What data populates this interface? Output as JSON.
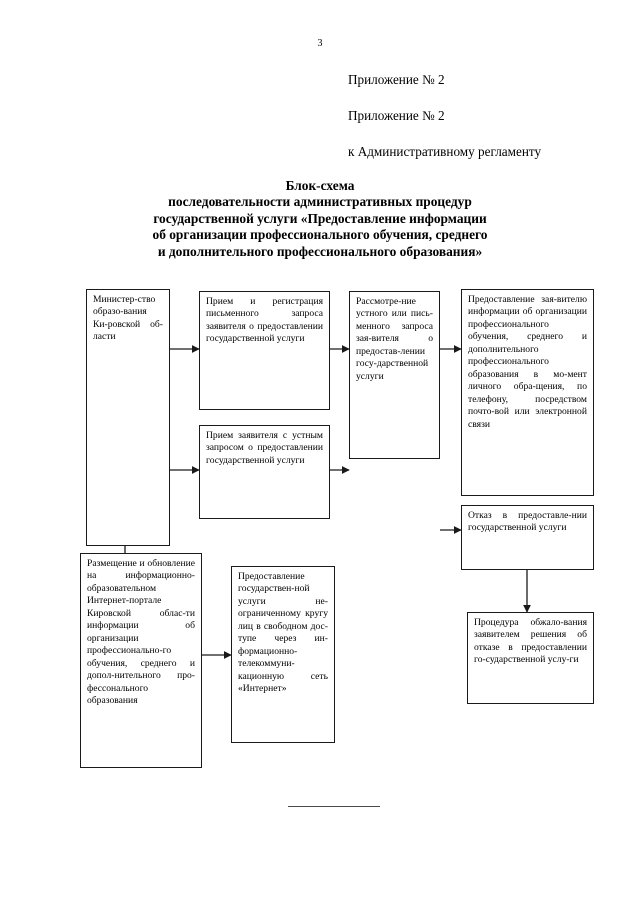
{
  "page": {
    "number": "3",
    "background_color": "#ffffff",
    "text_color": "#000000",
    "line_color": "#1a1a1a"
  },
  "header": {
    "appendix_line_1": "Приложение № 2",
    "appendix_line_2": "Приложение № 2",
    "regulation_line": "к Административному регламенту"
  },
  "title": {
    "line1": "Блок-схема",
    "line2": "последовательности административных процедур",
    "line3": "государственной услуги «Предоставление информации",
    "line4": "об организации профессионального обучения, среднего",
    "line5": "и дополнительного профессионального образования»"
  },
  "chart_data": {
    "type": "diagram",
    "title": "Блок-схема последовательности административных процедур государственной услуги «Предоставление информации об организации профессионального обучения, среднего и дополнительного профессионального образования»",
    "nodes": [
      {
        "id": "ministry",
        "text": "Министер-ство образо-вания Ки-ровской об-ласти",
        "text_plain": "Министерство образования Кировской области"
      },
      {
        "id": "written-request",
        "text": "Прием и регистрация письменного запроса заявителя о предоставлении государственной услуги",
        "text_plain": "Прием и регистрация письменного запроса заявителя о предоставлении государственной услуги"
      },
      {
        "id": "oral-request",
        "text": "Прием заявителя с устным запросом о предоставлении государственной услуги",
        "text_plain": "Прием заявителя с устным запросом о предоставлении государственной услуги"
      },
      {
        "id": "review-request",
        "text": "Рассмотре-ние устного или пись-менного запроса зая-вителя о предостав-лении госу-дарственной услуги",
        "text_plain": "Рассмотрение устного или письменного запроса заявителя о предоставлении государственной услуги"
      },
      {
        "id": "provide-info",
        "text": "Предоставление зая-вителю информации об организации профессионального обучения, среднего и дополнительного профессионального образования в мо-мент личного обра-щения, по телефону, посредством почто-вой или электронной связи",
        "text_plain": "Предоставление заявителю информации об организации профессионального обучения, среднего и дополнительного профессионального образования в момент личного обращения, по телефону, посредством почтовой или электронной связи"
      },
      {
        "id": "refusal",
        "text": "Отказ в предоставле-нии государственной услуги",
        "text_plain": "Отказ в предоставлении государственной услуги"
      },
      {
        "id": "appeal",
        "text": "Процедура обжало-вания заявителем решения об отказе в предоставлении го-сударственной услу-ги",
        "text_plain": "Процедура обжалования заявителем решения об отказе в предоставлении государственной услуги"
      },
      {
        "id": "portal-publish",
        "text": "Размещение и обновление на информационно-образовательном Интернет-портале Кировской облас-ти информации об организации профессионально-го обучения, среднего и допол-нительного про-фессонального образования",
        "text_plain": "Размещение и обновление на информационно-образовательном Интернет-портале Кировской области информации об организации профессионального обучения, среднего и дополнительного профессонального образования"
      },
      {
        "id": "public-access",
        "text": "Предоставление государствен-ной услуги не-ограниченному кругу лиц в свободном дос-тупе через ин-формационно-телекоммуни-кационную сеть «Интернет»",
        "text_plain": "Предоставление государственной услуги неограниченному кругу лиц в свободном доступе через информационно-телекоммуникационную сеть «Интернет»"
      }
    ],
    "edges": [
      {
        "from": "ministry",
        "to": "written-request",
        "direction": "right"
      },
      {
        "from": "ministry",
        "to": "oral-request",
        "direction": "right"
      },
      {
        "from": "ministry",
        "to": "portal-publish",
        "direction": "down"
      },
      {
        "from": "written-request",
        "to": "review-request",
        "direction": "right"
      },
      {
        "from": "oral-request",
        "to": "review-request",
        "direction": "right"
      },
      {
        "from": "review-request",
        "to": "provide-info",
        "direction": "right"
      },
      {
        "from": "review-request",
        "to": "refusal",
        "direction": "right"
      },
      {
        "from": "refusal",
        "to": "appeal",
        "direction": "down"
      },
      {
        "from": "portal-publish",
        "to": "public-access",
        "direction": "right"
      }
    ]
  }
}
